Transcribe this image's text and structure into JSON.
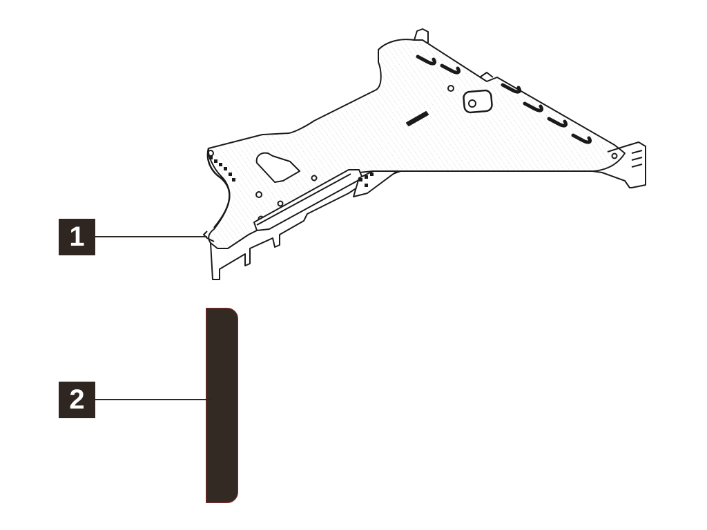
{
  "diagram": {
    "type": "hardware-component-illustration",
    "callouts": [
      {
        "number": "1",
        "target": "riser-cage"
      },
      {
        "number": "2",
        "target": "filler-bar"
      }
    ],
    "colors": {
      "callout_bg": "#2f2622",
      "callout_text": "#ffffff",
      "line": "#1a1a1a",
      "filler_fill": "#332a24",
      "filler_edge": "#8a2a2a",
      "background": "#ffffff"
    }
  }
}
